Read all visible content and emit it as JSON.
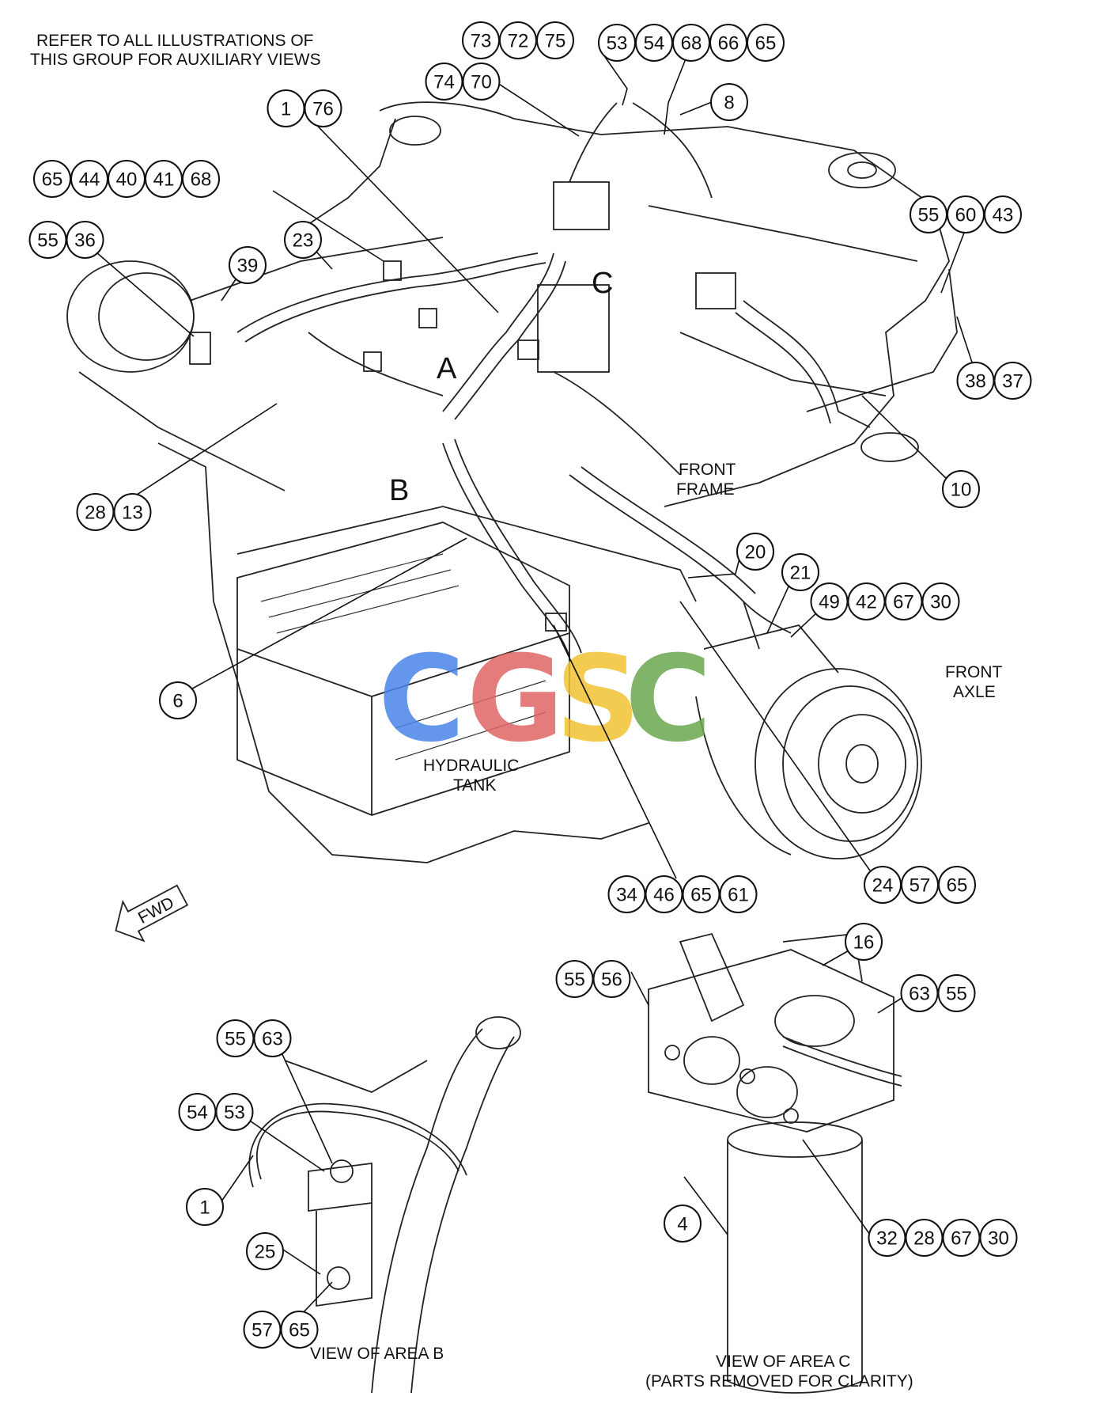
{
  "notes": {
    "refer_line1": "REFER TO ALL ILLUSTRATIONS OF",
    "refer_line2": "THIS GROUP FOR AUXILIARY VIEWS"
  },
  "labels": {
    "front_frame_1": "FRONT",
    "front_frame_2": "FRAME",
    "front_axle_1": "FRONT",
    "front_axle_2": "AXLE",
    "hydraulic_tank_1": "HYDRAULIC",
    "hydraulic_tank_2": "TANK",
    "fwd": "FWD",
    "area_a": "A",
    "area_b": "B",
    "area_c": "C",
    "view_b": "VIEW OF AREA B",
    "view_c_1": "VIEW OF AREA C",
    "view_c_2": "(PARTS REMOVED FOR CLARITY)"
  },
  "watermark": {
    "letters": [
      "C",
      "G",
      "S",
      "C"
    ],
    "colors": [
      "#4a86e8",
      "#e06666",
      "#f1c232",
      "#6aa84f"
    ]
  },
  "callouts": [
    {
      "id": "g1",
      "numbers": [
        "73",
        "72",
        "75"
      ]
    },
    {
      "id": "g2",
      "numbers": [
        "53",
        "54",
        "68",
        "66",
        "65"
      ]
    },
    {
      "id": "g3",
      "numbers": [
        "74",
        "70"
      ]
    },
    {
      "id": "g4",
      "numbers": [
        "8"
      ]
    },
    {
      "id": "g5",
      "numbers": [
        "1",
        "76"
      ]
    },
    {
      "id": "g6",
      "numbers": [
        "65",
        "44",
        "40",
        "41",
        "68"
      ]
    },
    {
      "id": "g7",
      "numbers": [
        "55",
        "36"
      ]
    },
    {
      "id": "g8",
      "numbers": [
        "23"
      ]
    },
    {
      "id": "g9",
      "numbers": [
        "39"
      ]
    },
    {
      "id": "g10",
      "numbers": [
        "55",
        "60",
        "43"
      ]
    },
    {
      "id": "g11",
      "numbers": [
        "38",
        "37"
      ]
    },
    {
      "id": "g12",
      "numbers": [
        "10"
      ]
    },
    {
      "id": "g13",
      "numbers": [
        "28",
        "13"
      ]
    },
    {
      "id": "g14",
      "numbers": [
        "20"
      ]
    },
    {
      "id": "g15",
      "numbers": [
        "21"
      ]
    },
    {
      "id": "g16",
      "numbers": [
        "49",
        "42",
        "67",
        "30"
      ]
    },
    {
      "id": "g17",
      "numbers": [
        "6"
      ]
    },
    {
      "id": "g18",
      "numbers": [
        "34",
        "46",
        "65",
        "61"
      ]
    },
    {
      "id": "g19",
      "numbers": [
        "24",
        "57",
        "65"
      ]
    },
    {
      "id": "g20",
      "numbers": [
        "16"
      ]
    },
    {
      "id": "g21",
      "numbers": [
        "55",
        "56"
      ]
    },
    {
      "id": "g22",
      "numbers": [
        "63",
        "55"
      ]
    },
    {
      "id": "g23",
      "numbers": [
        "55",
        "63"
      ]
    },
    {
      "id": "g24",
      "numbers": [
        "54",
        "53"
      ]
    },
    {
      "id": "g25",
      "numbers": [
        "1"
      ]
    },
    {
      "id": "g26",
      "numbers": [
        "25"
      ]
    },
    {
      "id": "g27",
      "numbers": [
        "57",
        "65"
      ]
    },
    {
      "id": "g28",
      "numbers": [
        "4"
      ]
    },
    {
      "id": "g29",
      "numbers": [
        "32",
        "28",
        "67",
        "30"
      ]
    }
  ]
}
